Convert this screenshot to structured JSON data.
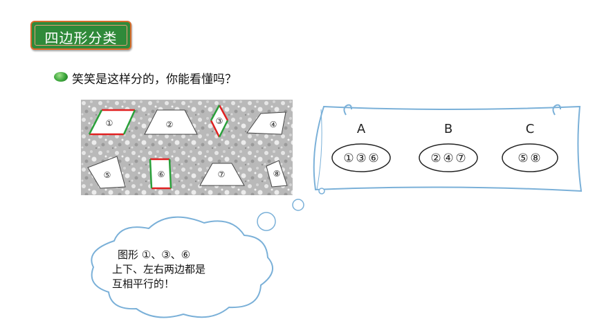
{
  "title": "四边形分类",
  "question": "笑笑是这样分的，你能看懂吗？",
  "shape_labels": [
    "①",
    "②",
    "③",
    "④",
    "⑤",
    "⑥",
    "⑦",
    "⑧"
  ],
  "groups": [
    {
      "label": "A",
      "items": [
        "①",
        "③",
        "⑥"
      ]
    },
    {
      "label": "B",
      "items": [
        "②",
        "④",
        "⑦"
      ]
    },
    {
      "label": "C",
      "items": [
        "⑤",
        "⑧"
      ]
    }
  ],
  "bubble": {
    "line1": "图形 ①、③、⑥",
    "line2": "上下、左右两边都是",
    "line3": "互相平行的！"
  },
  "colors": {
    "badge_green": "#2f8a3a",
    "badge_border": "#d96a2a",
    "red_side": "#e02020",
    "green_side": "#2aa03a",
    "note_blue": "#7ab0d8"
  }
}
